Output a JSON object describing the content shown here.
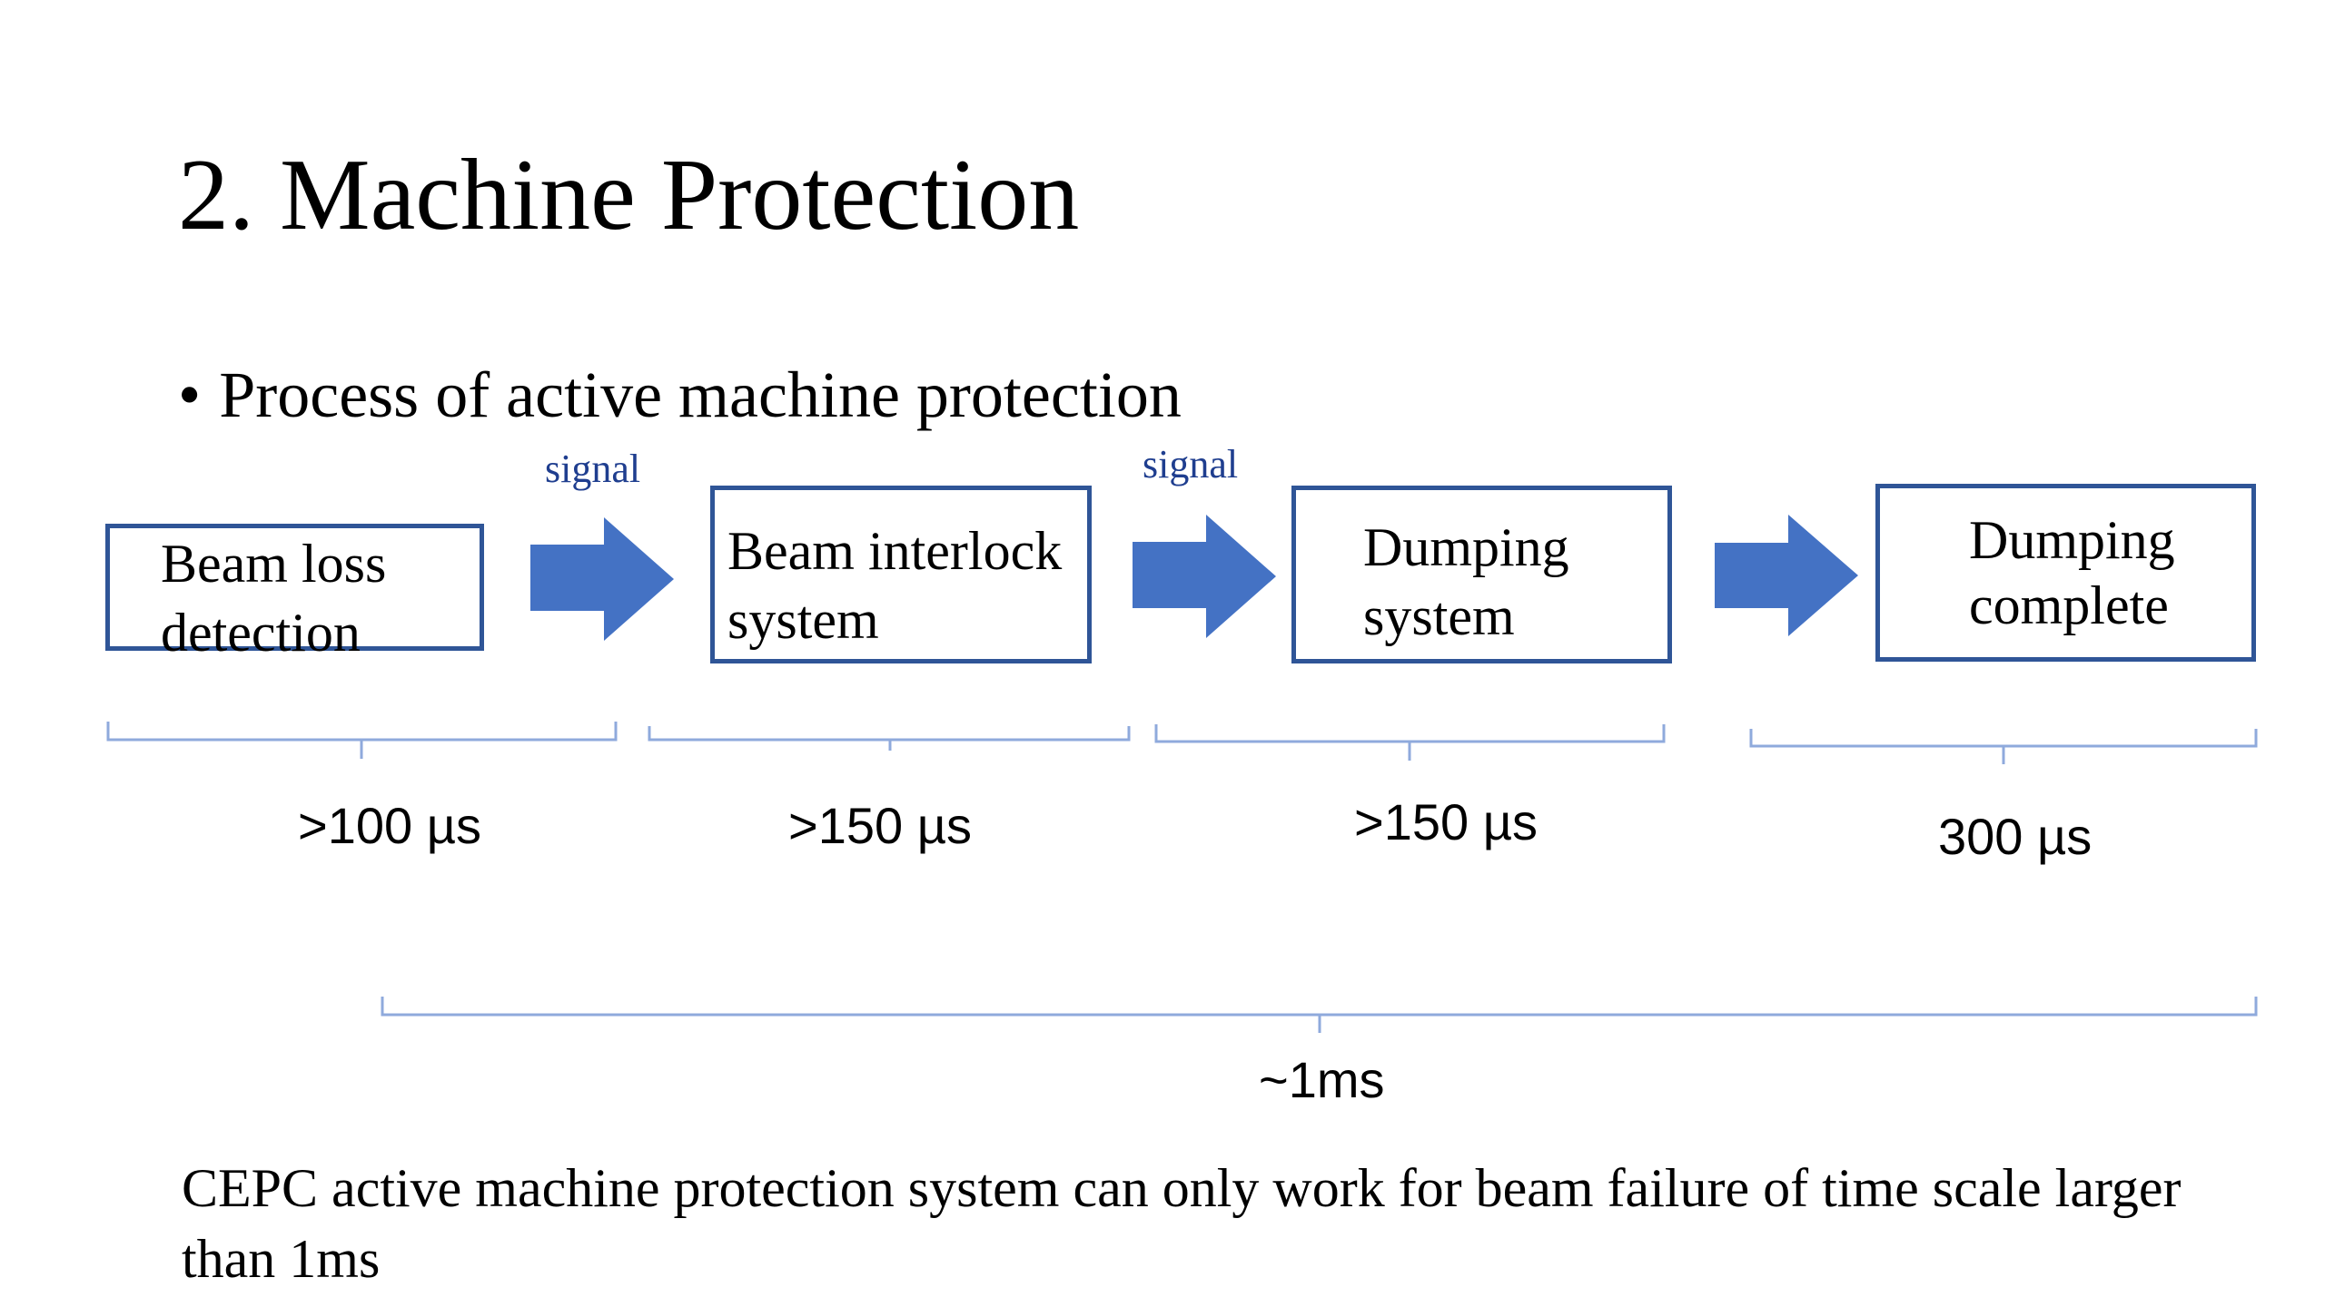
{
  "slide": {
    "title": "2. Machine Protection",
    "bullet": "•",
    "bullet_text": "Process of active machine protection",
    "signal_labels": [
      "signal",
      "signal"
    ],
    "steps": [
      {
        "line1": "Beam loss",
        "line2": "detection"
      },
      {
        "line1": "Beam interlock",
        "line2": "system"
      },
      {
        "line1": "Dumping",
        "line2": "system"
      },
      {
        "line1": "Dumping",
        "line2": "complete"
      }
    ],
    "durations": [
      ">100 µs",
      ">150 µs",
      ">150 µs",
      "300 µs"
    ],
    "total_duration": "~1ms",
    "note": "CEPC active machine protection system can only work for beam failure of time scale larger than 1ms"
  },
  "colors": {
    "arrow": "#4472C4",
    "box_border": "#2F5597",
    "signal_text": "#1F3E8F",
    "bracket": "#8FAADC"
  }
}
